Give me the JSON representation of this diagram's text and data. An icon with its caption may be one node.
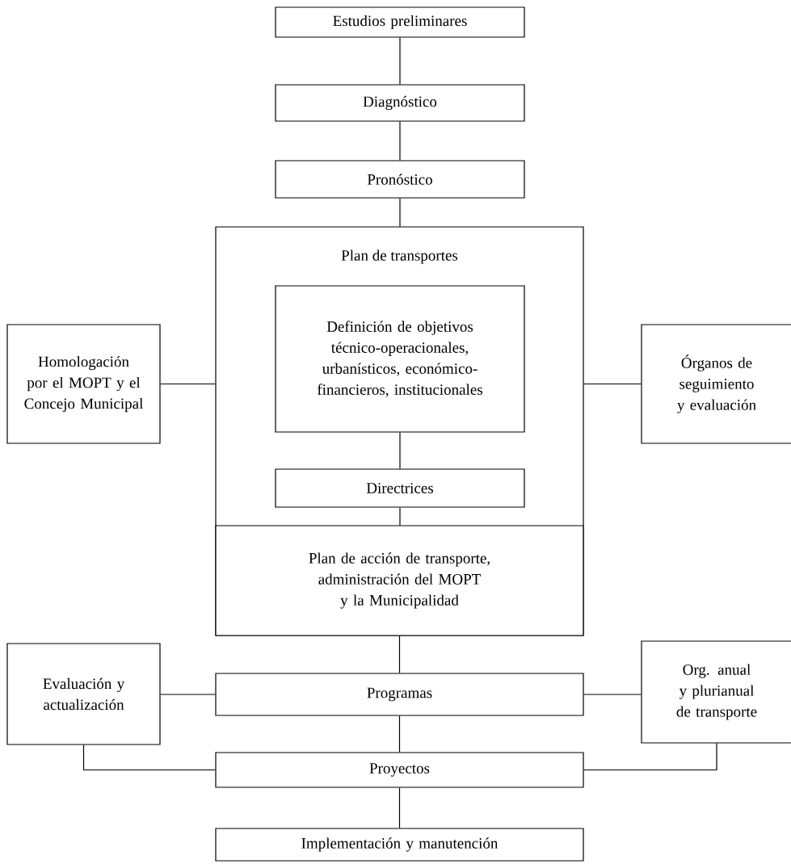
{
  "diagram": {
    "nodes": [
      {
        "text": [
          "Estudios preliminares"
        ]
      },
      {
        "text": [
          "Diagnóstico"
        ]
      },
      {
        "text": [
          "Pronóstico"
        ]
      },
      {
        "text": [
          "Plan de transportes"
        ]
      },
      {
        "text": [
          "Definición de objetivos técnico-operacionales, urbanísticos, económico-financieros, institucionales"
        ],
        "in": 3
      },
      {
        "text": [
          "Directrices"
        ],
        "in": 3
      },
      {
        "text": [
          "Plan de acción de transporte, administración del MOPT y la Municipalidad"
        ],
        "in": 3
      },
      {
        "text": [
          "Homologación por el MOPT y el Concejo Municipal"
        ]
      },
      {
        "text": [
          "Órganos de seguimiento y evaluación"
        ]
      },
      {
        "text": [
          "Evaluación y actualización"
        ]
      },
      {
        "text": [
          "Programas"
        ]
      },
      {
        "text": [
          "Org. anual y plurianual de transporte"
        ]
      },
      {
        "text": [
          "Proyectos"
        ]
      },
      {
        "text": [
          "Implementación y manutención"
        ]
      }
    ],
    "edges": [
      {
        "from": 0,
        "to": 1,
        "arrow": "none"
      },
      {
        "from": 1,
        "to": 2,
        "arrow": "none"
      },
      {
        "from": 2,
        "to": 3,
        "arrow": "none"
      },
      {
        "from": 7,
        "to": 3,
        "arrow": "none"
      },
      {
        "from": 8,
        "to": 3,
        "arrow": "none"
      },
      {
        "from": 4,
        "to": 5,
        "arrow": "none"
      },
      {
        "from": 5,
        "to": 6,
        "arrow": "none"
      },
      {
        "from": 6,
        "to": 10,
        "arrow": "none"
      },
      {
        "from": 9,
        "to": 10,
        "arrow": "none"
      },
      {
        "from": 10,
        "to": 11,
        "arrow": "none"
      },
      {
        "from": 10,
        "to": 12,
        "arrow": "none"
      },
      {
        "from": 9,
        "to": 12,
        "arrow": "none"
      },
      {
        "from": 11,
        "to": 12,
        "arrow": "none"
      },
      {
        "from": 12,
        "to": 13,
        "arrow": "none"
      }
    ]
  }
}
